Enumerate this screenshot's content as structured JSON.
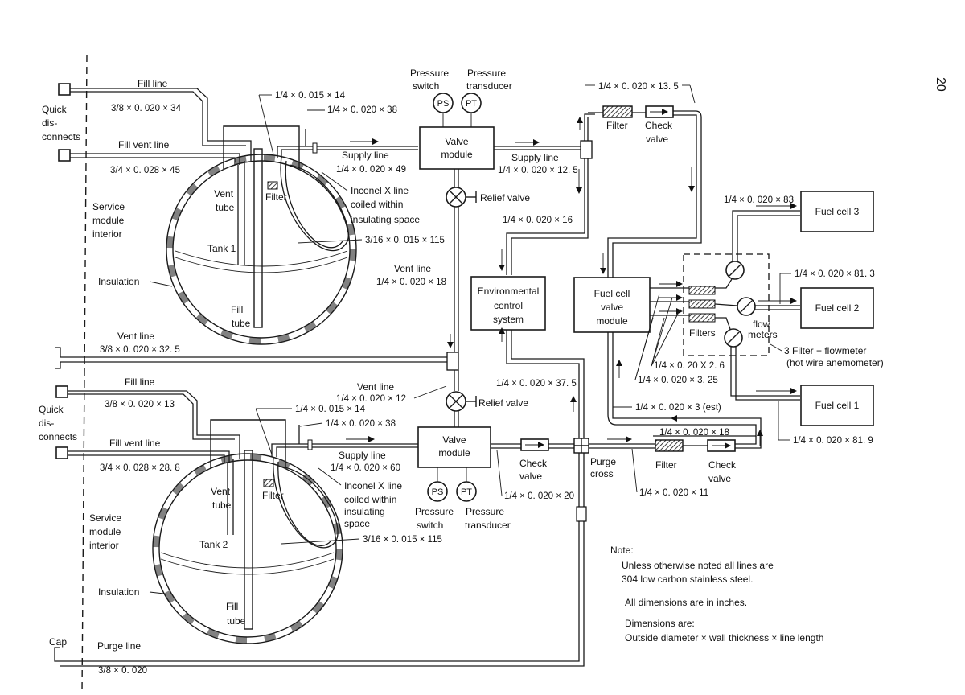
{
  "page_number": "20",
  "colors": {
    "ink": "#1a1a1a",
    "paper": "#ffffff"
  },
  "labels": {
    "quick_disconnects": [
      "Quick",
      "dis-",
      "connects"
    ],
    "service_module_interior": [
      "Service",
      "module",
      "interior"
    ],
    "insulation": "Insulation",
    "vent_tube": [
      "Vent",
      "tube"
    ],
    "fill_tube": [
      "Fill",
      "tube"
    ],
    "filter": "Filter",
    "filters": "Filters",
    "inconel": [
      "Inconel X line",
      "coiled within",
      "insulating space"
    ],
    "inconel2": [
      "Inconel X line",
      "coiled within",
      "insulating",
      "space"
    ],
    "tank1": "Tank 1",
    "tank2": "Tank 2",
    "pressure_switch": [
      "Pressure",
      "switch"
    ],
    "pressure_transducer": [
      "Pressure",
      "transducer"
    ],
    "ps": "PS",
    "pt": "PT",
    "valve_module": [
      "Valve",
      "module"
    ],
    "relief_valve": "Relief valve",
    "check_valve": [
      "Check",
      "valve"
    ],
    "purge_cross": [
      "Purge",
      "cross"
    ],
    "env_control": [
      "Environmental",
      "control",
      "system"
    ],
    "fc_valve_module": [
      "Fuel cell",
      "valve",
      "module"
    ],
    "fuel_cell_1": "Fuel cell 1",
    "fuel_cell_2": "Fuel cell 2",
    "fuel_cell_3": "Fuel cell 3",
    "flow_meters": [
      "flow",
      "meters"
    ],
    "filter_flowmeter": [
      "3 Filter + flowmeter",
      "(hot wire anemometer)"
    ],
    "cap": "Cap",
    "fill_line": "Fill line",
    "fill_vent_line": "Fill vent line",
    "vent_line": "Vent line",
    "supply_line": "Supply line",
    "purge_line": "Purge line"
  },
  "dimensions": {
    "fill1": "3/8 × 0. 020 × 34",
    "fillvent1": "3/4 × 0. 028 × 45",
    "d_015_14": "1/4 × 0. 015 × 14",
    "d_020_38": "1/4 × 0. 020 × 38",
    "supply1": "1/4 × 0. 020 × 49",
    "supply2": "1/4 × 0. 020 × 12. 5",
    "d_13_5": "1/4 × 0. 020 × 13. 5",
    "coil1": "3/16 × 0. 015 × 115",
    "d_16": "1/4 × 0. 020 × 16",
    "vent18": "1/4 × 0. 020 × 18",
    "d_83": "1/4 × 0. 020 × 83",
    "d_81_3": "1/4 × 0. 020 × 81. 3",
    "ventline1": "3/8 × 0. 020 × 32. 5",
    "d_20_2_6": "1/4 × 0. 20 X 2. 6",
    "d_3_25": "1/4 × 0. 020 × 3. 25",
    "d_37_5": "1/4 × 0. 020 × 37. 5",
    "d_3est": "1/4 × 0. 020 × 3 (est)",
    "fill2": "3/8 × 0. 020 × 13",
    "vent12": "1/4 × 0. 020 × 12",
    "d_015_14b": "1/4 × 0. 015 × 14",
    "d_020_38b": "1/4 × 0. 020 × 38",
    "d_18b": "1/4 × 0. 020 × 18",
    "d_81_9": "1/4 × 0. 020 × 81. 9",
    "fillvent2": "3/4 × 0. 028 × 28. 8",
    "supply3": "1/4 × 0. 020 × 60",
    "d_20": "1/4 × 0. 020 × 20",
    "d_11": "1/4 × 0. 020 × 11",
    "coil2": "3/16 × 0. 015 × 115",
    "purge": "3/8 × 0. 020"
  },
  "note": {
    "title": "Note:",
    "lines": [
      "Unless otherwise noted all lines are",
      "304 low carbon stainless steel.",
      "All dimensions are in inches.",
      "Dimensions are:",
      "Outside diameter × wall thickness × line length"
    ]
  }
}
